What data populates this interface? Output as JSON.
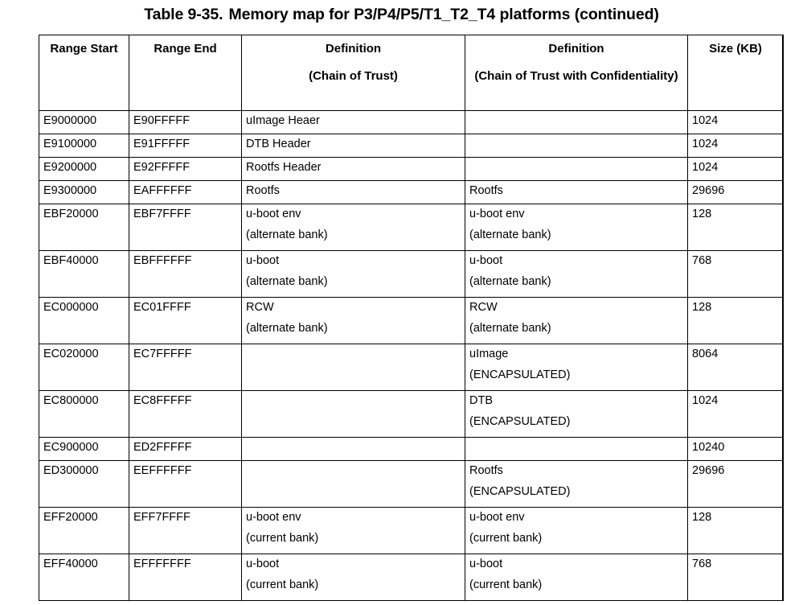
{
  "title": {
    "number": "Table 9-35.",
    "text": "Memory map for P3/P4/P5/T1_T2_T4 platforms (continued)"
  },
  "table": {
    "columns": [
      {
        "line1": "Range Start",
        "line2": ""
      },
      {
        "line1": "Range End",
        "line2": ""
      },
      {
        "line1": "Definition",
        "line2": "(Chain of Trust)"
      },
      {
        "line1": "Definition",
        "line2": "(Chain of Trust with Confidentiality)"
      },
      {
        "line1": "Size (KB)",
        "line2": ""
      }
    ],
    "rows": [
      {
        "range_start": "E9000000",
        "range_end": "E90FFFFF",
        "def_cot_l1": "uImage Heaer",
        "def_cot_l2": "",
        "def_cotc_l1": "",
        "def_cotc_l2": "",
        "size": "1024"
      },
      {
        "range_start": "E9100000",
        "range_end": "E91FFFFF",
        "def_cot_l1": "DTB Header",
        "def_cot_l2": "",
        "def_cotc_l1": "",
        "def_cotc_l2": "",
        "size": "1024"
      },
      {
        "range_start": "E9200000",
        "range_end": "E92FFFFF",
        "def_cot_l1": "Rootfs Header",
        "def_cot_l2": "",
        "def_cotc_l1": "",
        "def_cotc_l2": "",
        "size": "1024"
      },
      {
        "range_start": "E9300000",
        "range_end": "EAFFFFFF",
        "def_cot_l1": "Rootfs",
        "def_cot_l2": "",
        "def_cotc_l1": "Rootfs",
        "def_cotc_l2": "",
        "size": "29696"
      },
      {
        "range_start": "EBF20000",
        "range_end": "EBF7FFFF",
        "def_cot_l1": "u-boot env",
        "def_cot_l2": "(alternate bank)",
        "def_cotc_l1": "u-boot env",
        "def_cotc_l2": "(alternate bank)",
        "size": "128"
      },
      {
        "range_start": "EBF40000",
        "range_end": "EBFFFFFF",
        "def_cot_l1": "u-boot",
        "def_cot_l2": "(alternate bank)",
        "def_cotc_l1": "u-boot",
        "def_cotc_l2": "(alternate bank)",
        "size": "768"
      },
      {
        "range_start": "EC000000",
        "range_end": "EC01FFFF",
        "def_cot_l1": "RCW",
        "def_cot_l2": "(alternate bank)",
        "def_cotc_l1": "RCW",
        "def_cotc_l2": "(alternate bank)",
        "size": "128"
      },
      {
        "range_start": "EC020000",
        "range_end": "EC7FFFFF",
        "def_cot_l1": "",
        "def_cot_l2": "",
        "def_cotc_l1": "uImage",
        "def_cotc_l2": "(ENCAPSULATED)",
        "size": "8064"
      },
      {
        "range_start": "EC800000",
        "range_end": "EC8FFFFF",
        "def_cot_l1": "",
        "def_cot_l2": "",
        "def_cotc_l1": "DTB",
        "def_cotc_l2": "(ENCAPSULATED)",
        "size": "1024"
      },
      {
        "range_start": "EC900000",
        "range_end": "ED2FFFFF",
        "def_cot_l1": "",
        "def_cot_l2": "",
        "def_cotc_l1": "",
        "def_cotc_l2": "",
        "size": "10240"
      },
      {
        "range_start": "ED300000",
        "range_end": "EEFFFFFF",
        "def_cot_l1": "",
        "def_cot_l2": "",
        "def_cotc_l1": "Rootfs",
        "def_cotc_l2": "(ENCAPSULATED)",
        "size": "29696"
      },
      {
        "range_start": "EFF20000",
        "range_end": "EFF7FFFF",
        "def_cot_l1": "u-boot env",
        "def_cot_l2": "(current bank)",
        "def_cotc_l1": "u-boot env",
        "def_cotc_l2": "(current bank)",
        "size": "128"
      },
      {
        "range_start": "EFF40000",
        "range_end": "EFFFFFFF",
        "def_cot_l1": "u-boot",
        "def_cot_l2": "(current bank)",
        "def_cotc_l1": "u-boot",
        "def_cotc_l2": "(current bank)",
        "size": "768"
      }
    ]
  },
  "colors": {
    "text": "#000000",
    "border": "#000000",
    "background": "#ffffff"
  }
}
